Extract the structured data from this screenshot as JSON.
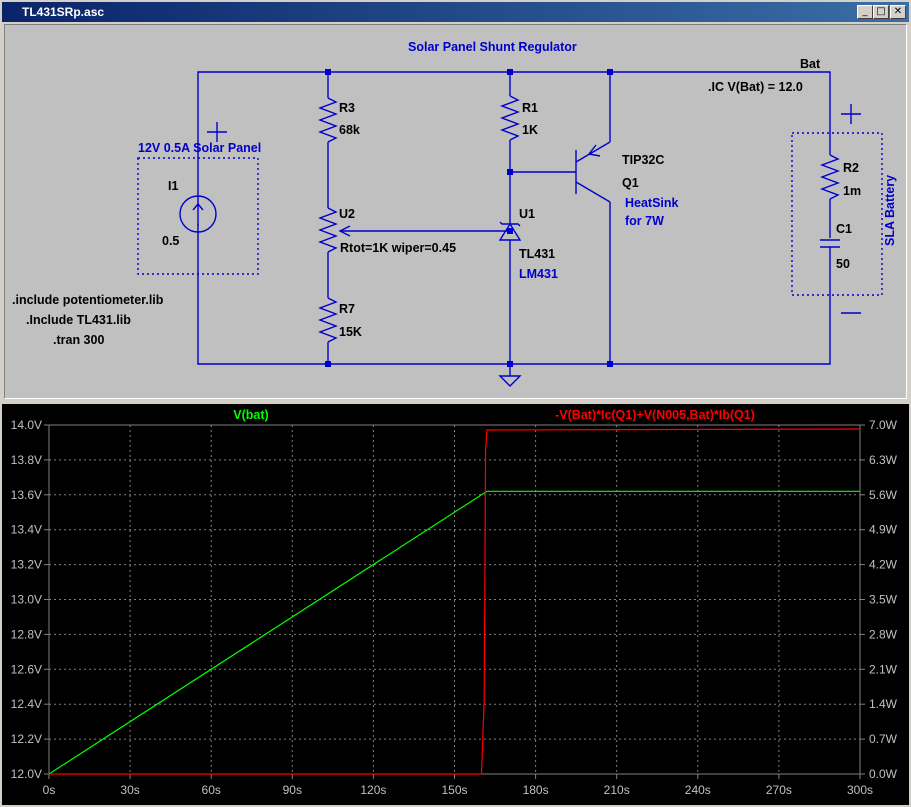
{
  "window": {
    "title": "TL431SRp.asc",
    "minimize_glyph": "_",
    "maximize_glyph": "□",
    "close_glyph": "✕"
  },
  "schematic": {
    "title": "Solar Panel Shunt Regulator",
    "net_bat": "Bat",
    "ic_directive": ".IC V(Bat) = 12.0",
    "directives": [
      ".include potentiometer.lib",
      ".Include TL431.lib",
      ".tran 300"
    ],
    "solar_panel_label": "12V 0.5A Solar Panel",
    "battery_label": "SLA Battery",
    "heatsink_label": [
      "HeatSink",
      "for 7W"
    ],
    "plus_sign": "+",
    "minus_sign": "—",
    "components": {
      "R3": {
        "ref": "R3",
        "value": "68k"
      },
      "R1": {
        "ref": "R1",
        "value": "1K"
      },
      "R7": {
        "ref": "R7",
        "value": "15K"
      },
      "R2": {
        "ref": "R2",
        "value": "1m"
      },
      "C1": {
        "ref": "C1",
        "value": "50"
      },
      "U2": {
        "ref": "U2",
        "value": "Rtot=1K wiper=0.45"
      },
      "U1": {
        "ref": "U1",
        "value": "TL431",
        "alt": "LM431"
      },
      "Q1": {
        "ref": "Q1",
        "value": "TIP32C"
      },
      "I1": {
        "ref": "I1",
        "value": "0.5"
      }
    }
  },
  "chart_data": {
    "type": "line",
    "series": [
      {
        "name": "V(bat)",
        "color": "#00ff00",
        "axis": "left",
        "x": [
          0,
          162,
          300
        ],
        "y": [
          12.0,
          13.62,
          13.62
        ]
      },
      {
        "name": "-V(Bat)*Ic(Q1)+V(N005,Bat)*Ib(Q1)",
        "color": "#ff0000",
        "axis": "right",
        "x": [
          0,
          160,
          161,
          161.5,
          162,
          300
        ],
        "y": [
          0.0,
          0.0,
          1.5,
          6.5,
          6.9,
          6.92
        ]
      }
    ],
    "x_ticks": [
      "0s",
      "30s",
      "60s",
      "90s",
      "120s",
      "150s",
      "180s",
      "210s",
      "240s",
      "270s",
      "300s"
    ],
    "y_left_ticks": [
      "14.0V",
      "13.8V",
      "13.6V",
      "13.4V",
      "13.2V",
      "13.0V",
      "12.8V",
      "12.6V",
      "12.4V",
      "12.2V",
      "12.0V"
    ],
    "y_right_ticks": [
      "7.0W",
      "6.3W",
      "5.6W",
      "4.9W",
      "4.2W",
      "3.5W",
      "2.8W",
      "2.1W",
      "1.4W",
      "0.7W",
      "0.0W"
    ],
    "xlim": [
      0,
      300
    ],
    "ylim_left": [
      12.0,
      14.0
    ],
    "ylim_right": [
      0.0,
      7.0
    ],
    "grid": true
  }
}
